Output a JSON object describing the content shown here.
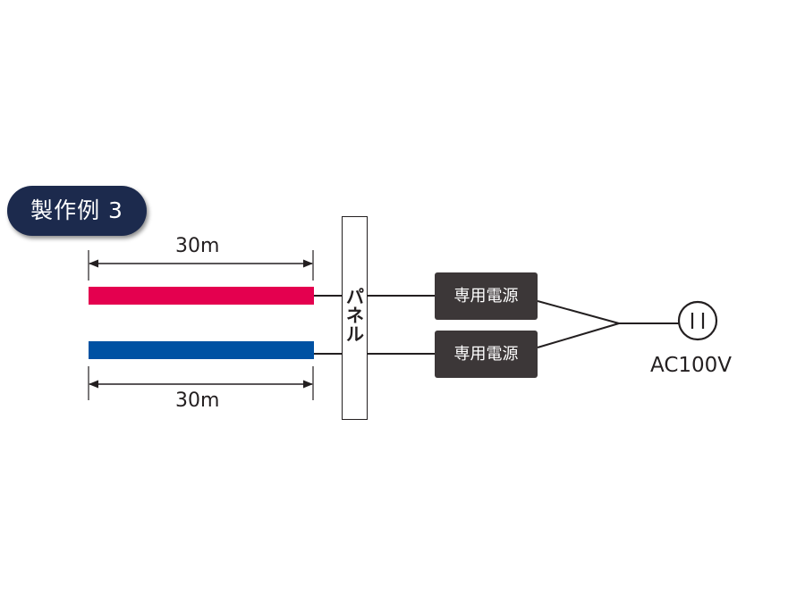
{
  "badge": {
    "text": "製作例 3"
  },
  "dimensions": {
    "top": "30m",
    "bottom": "30m"
  },
  "strips": {
    "top_color": "#e4004f",
    "bottom_color": "#0052a3"
  },
  "panel": {
    "label": "パ\nネ\nル"
  },
  "power_supplies": [
    {
      "label": "専用電源"
    },
    {
      "label": "専用電源"
    }
  ],
  "outlet": {
    "label": "AC100V",
    "icon": "power-outlet-icon"
  },
  "colors": {
    "badge_bg": "#1c2a4d",
    "psu_bg": "#3c3738",
    "line": "#231f20"
  }
}
